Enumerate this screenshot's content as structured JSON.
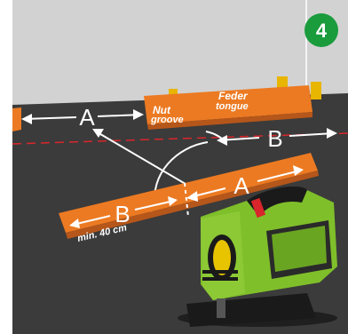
{
  "step_badge": {
    "number": "4",
    "color": "#1a9b3c"
  },
  "labels": {
    "a_left": "A",
    "a_center": "A",
    "b_right": "B",
    "b_board": "B",
    "nut": "Nut",
    "groove": "groove",
    "feder": "Feder",
    "tongue": "tongue",
    "min_length": "min. 40 cm"
  },
  "colors": {
    "wall": "#d2d2d2",
    "floor": "#3b3b3b",
    "board": "#ec7a22",
    "board_edge": "#b5561a",
    "dashed_line": "#d8262c",
    "tool_body": "#7fbf2a",
    "tool_dark": "#1a1a1a",
    "tool_accent": "#d8262c"
  },
  "icons": [
    "jigsaw-icon",
    "arrow-icon",
    "curved-arrow-icon"
  ]
}
